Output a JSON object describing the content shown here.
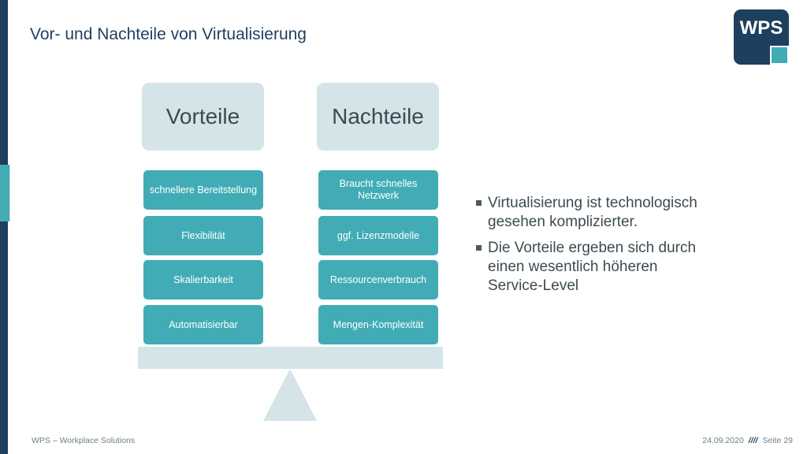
{
  "slide": {
    "title": "Vor- und Nachteile von Virtualisierung"
  },
  "logo": {
    "text": "WPS"
  },
  "diagram": {
    "left_header": "Vorteile",
    "right_header": "Nachteile",
    "left_items": [
      "schnellere Bereitstellung",
      "Flexibilität",
      "Skalierbarkeit",
      "Automatisierbar"
    ],
    "right_items": [
      "Braucht schnelles Netzwerk",
      "ggf. Lizenzmodelle",
      "Ressourcenverbrauch",
      "Mengen-Komplexität"
    ]
  },
  "bullets": [
    "Virtualisierung ist technologisch gesehen komplizierter.",
    "Die Vorteile ergeben sich durch einen wesentlich höheren Service-Level"
  ],
  "footer": {
    "left": "WPS – Workplace Solutions",
    "date": "24.09.2020",
    "separator": "////",
    "page": "Seite 29"
  },
  "colors": {
    "navy": "#1e3f5e",
    "teal": "#41acb5",
    "light_blue": "#d5e4e8"
  }
}
